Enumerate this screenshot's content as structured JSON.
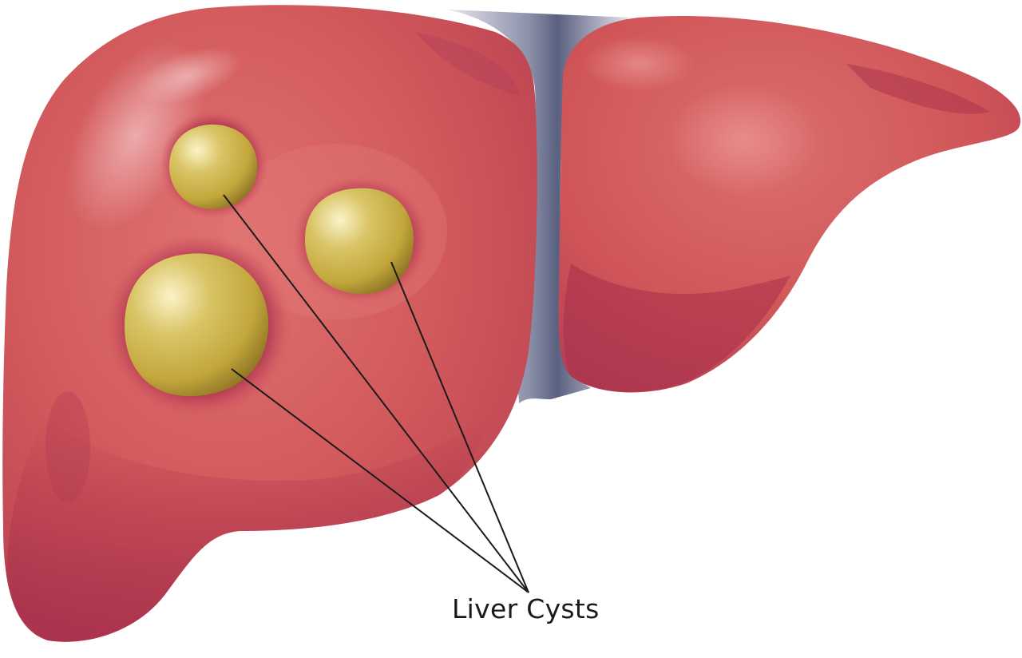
{
  "diagram": {
    "label": "Liver Cysts",
    "colors": {
      "background": "#ffffff",
      "liver": "#cf5658",
      "liver_dark": "#b03a52",
      "ligament": "#5a6080",
      "cyst": "#c7ae3e",
      "cyst_highlight": "#fbf3c8",
      "leader_line": "#1a1a1a"
    },
    "parts": [
      "liver-right-lobe",
      "liver-left-lobe",
      "falciform-ligament",
      "cyst-small",
      "cyst-medium",
      "cyst-large"
    ]
  }
}
